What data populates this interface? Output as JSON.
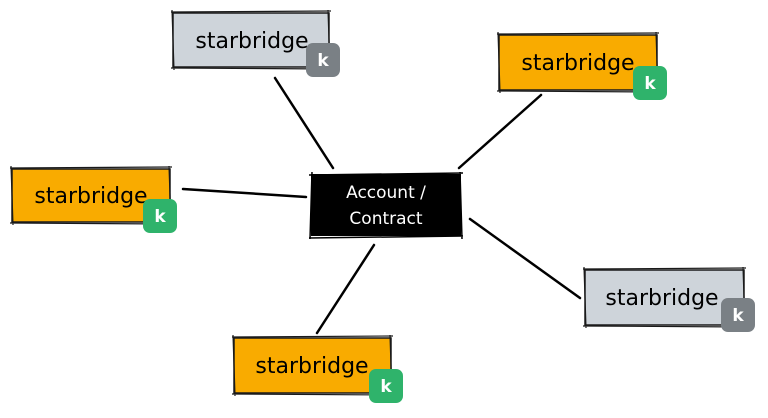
{
  "center": {
    "line1": "Account /",
    "line2": "Contract",
    "fill": "#000000",
    "text_color": "#ffffff"
  },
  "nodes": [
    {
      "id": "top-left",
      "label": "starbridge",
      "badge": "k",
      "fill": "#CED4DA",
      "badge_color": "#7A8085"
    },
    {
      "id": "top-right",
      "label": "starbridge",
      "badge": "k",
      "fill": "#F9AB00",
      "badge_color": "#2FB36B"
    },
    {
      "id": "left",
      "label": "starbridge",
      "badge": "k",
      "fill": "#F9AB00",
      "badge_color": "#2FB36B"
    },
    {
      "id": "right",
      "label": "starbridge",
      "badge": "k",
      "fill": "#CED4DA",
      "badge_color": "#7A8085"
    },
    {
      "id": "bottom",
      "label": "starbridge",
      "badge": "k",
      "fill": "#F9AB00",
      "badge_color": "#2FB36B"
    }
  ]
}
